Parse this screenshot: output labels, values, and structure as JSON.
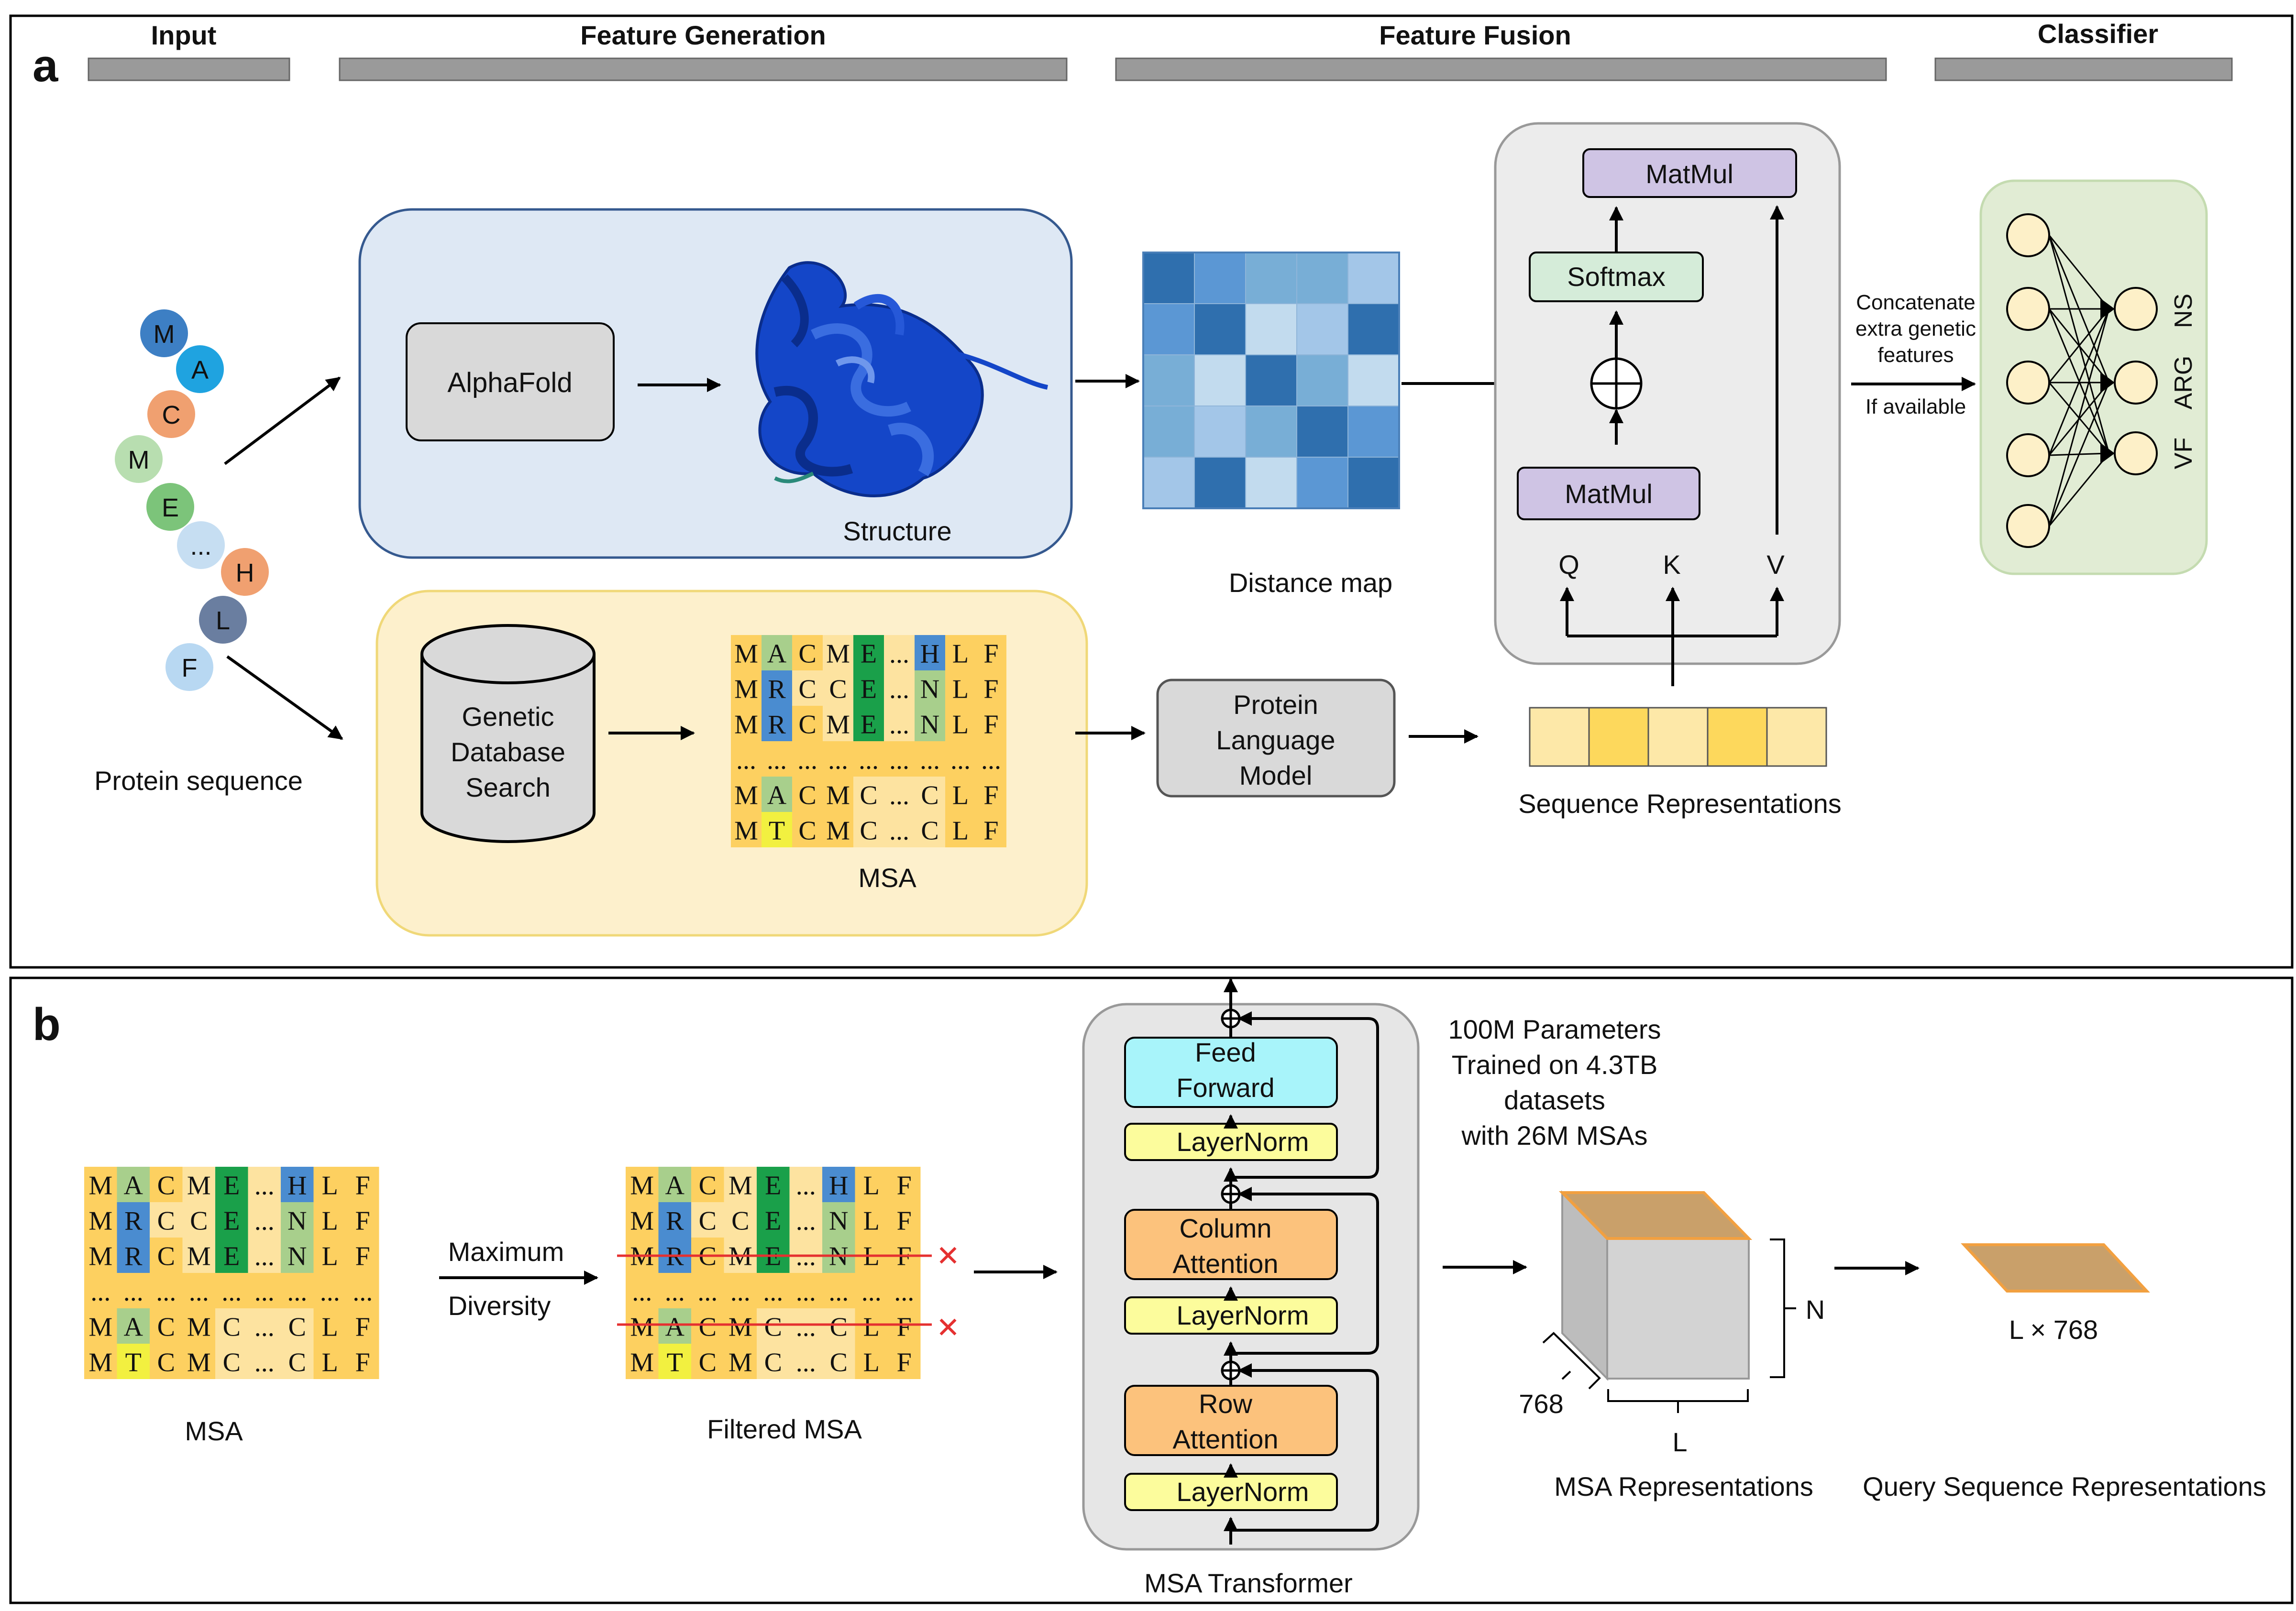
{
  "header": {
    "input": "Input",
    "feature_generation": "Feature Generation",
    "feature_fusion": "Feature Fusion",
    "classifier": "Classifier"
  },
  "panel_a": {
    "label": "a",
    "residues": [
      "M",
      "A",
      "C",
      "M",
      "E",
      "...",
      "H",
      "L",
      "F"
    ],
    "residue_colors": [
      "#3d7fc4",
      "#1fa3e0",
      "#f0a070",
      "#b8deb0",
      "#7cc47a",
      "#c6def2",
      "#f0a070",
      "#6a7ea0",
      "#b8d8f2"
    ],
    "protein_sequence_label": "Protein sequence",
    "alphafold": "AlphaFold",
    "structure": "Structure",
    "distance_map": "Distance map",
    "genetic_db_lines": [
      "Genetic",
      "Database",
      "Search"
    ],
    "msa_label": "MSA",
    "plm_lines": [
      "Protein",
      "Language",
      "Model"
    ],
    "seq_repr": "Sequence Representations",
    "matmul_top": "MatMul",
    "softmax": "Softmax",
    "matmul_bottom": "MatMul",
    "q": "Q",
    "k": "K",
    "v": "V",
    "concat_lines": [
      "Concatenate",
      "extra genetic",
      "features"
    ],
    "if_available": "If available",
    "outputs": [
      "NS",
      "ARG",
      "VF"
    ]
  },
  "msa": {
    "rows": [
      [
        "M",
        "A",
        "C",
        "M",
        "E",
        "...",
        "H",
        "L",
        "F"
      ],
      [
        "M",
        "R",
        "C",
        "C",
        "E",
        "...",
        "N",
        "L",
        "F"
      ],
      [
        "M",
        "R",
        "C",
        "M",
        "E",
        "...",
        "N",
        "L",
        "F"
      ],
      [
        "...",
        "...",
        "...",
        "...",
        "...",
        "...",
        "...",
        "...",
        "..."
      ],
      [
        "M",
        "A",
        "C",
        "M",
        "C",
        "...",
        "C",
        "L",
        "F"
      ],
      [
        "M",
        "T",
        "C",
        "M",
        "C",
        "...",
        "C",
        "L",
        "F"
      ]
    ]
  },
  "panel_b": {
    "label": "b",
    "msa_label": "MSA",
    "filter_top": "Maximum",
    "filter_bottom": "Diversity",
    "filtered_label": "Filtered  MSA",
    "remove_mark": "✕",
    "feed_forward_lines": [
      "Feed",
      "Forward"
    ],
    "column_attention_lines": [
      "Column",
      "Attention"
    ],
    "row_attention_lines": [
      "Row",
      "Attention"
    ],
    "layernorm": "LayerNorm",
    "transformer_label": "MSA Transformer",
    "params_lines": [
      "100M Parameters",
      "Trained on 4.3TB",
      "datasets",
      "with 26M MSAs"
    ],
    "dim_n": "N",
    "dim_768": "768",
    "dim_l": "L",
    "msa_repr": "MSA Representations",
    "l_x_768": "L × 768",
    "query_repr": "Query Sequence Representations"
  }
}
